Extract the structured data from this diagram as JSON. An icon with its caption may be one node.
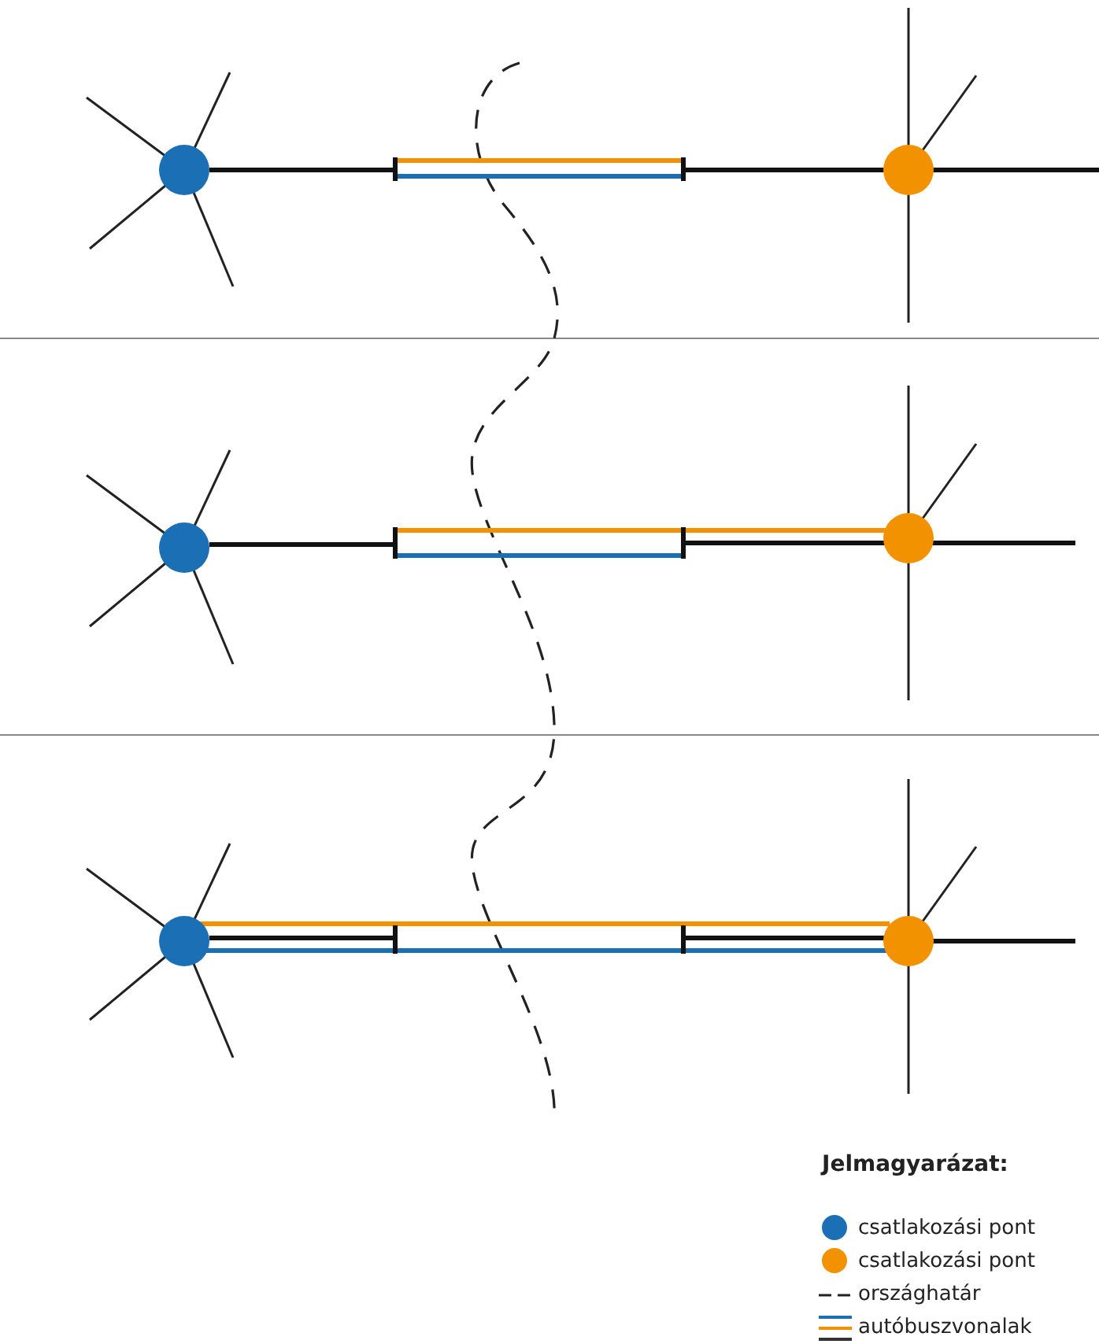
{
  "diagram": {
    "labels": [
      "Jelmagyarázat:"
    ],
    "legend": [
      {
        "text": "csatlakozási pont",
        "color": "#1a6fb5"
      },
      {
        "text": "csatlakozási pont",
        "color": "#f39200"
      },
      {
        "text": "országhatár"
      },
      {
        "text": "autóbuszvonalak"
      }
    ]
  }
}
